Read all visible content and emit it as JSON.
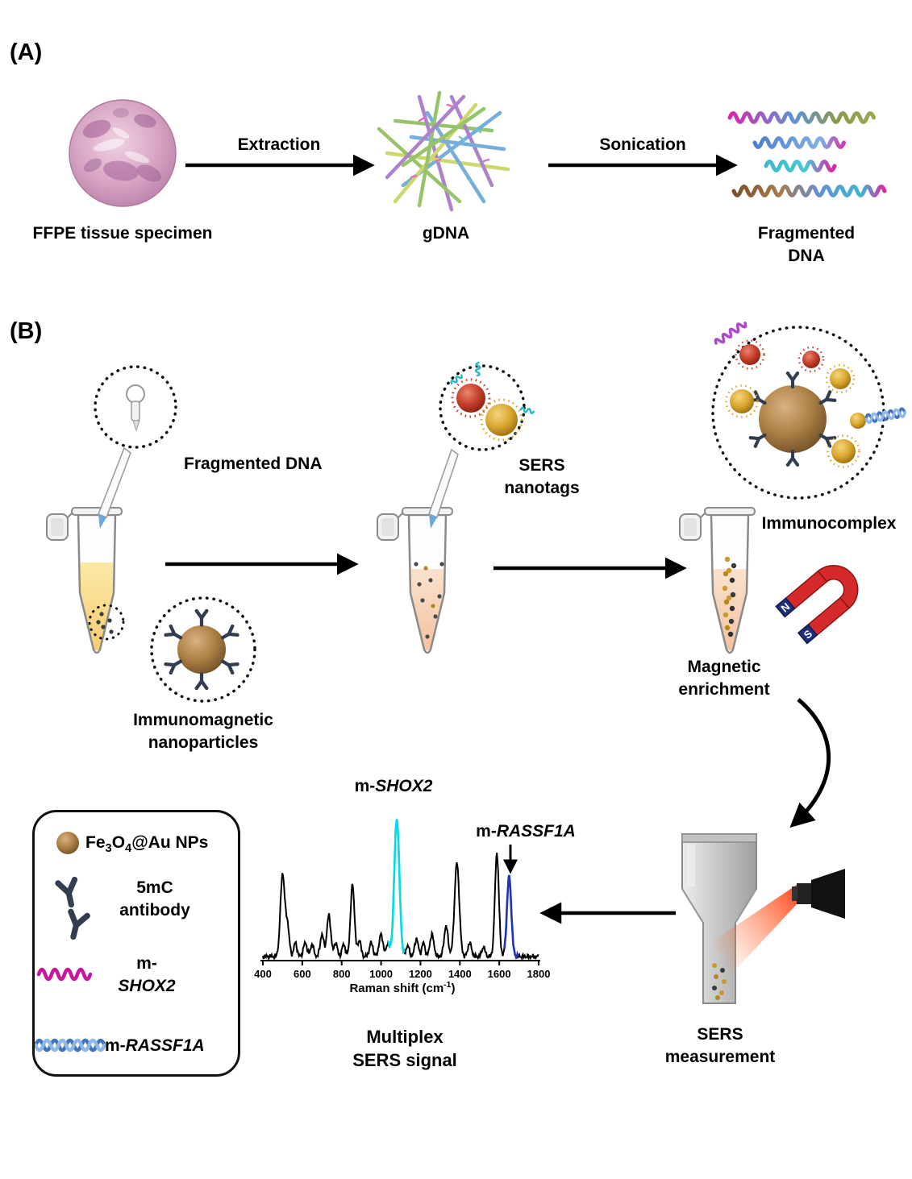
{
  "figure": {
    "panel_a_label": "(A)",
    "panel_b_label": "(B)"
  },
  "panel_a": {
    "tissue": "FFPE tissue specimen",
    "extraction": "Extraction",
    "gdna": "gDNA",
    "sonication": "Sonication",
    "fragmented": "Fragmented DNA"
  },
  "panel_b": {
    "fragmented": "Fragmented DNA",
    "nanotags": "SERS nanotags",
    "immunocomplex": "Immunocomplex",
    "immunomagnetic": "Immunomagnetic nanoparticles",
    "magnetic_enrichment": "Magnetic enrichment",
    "sers_measurement": "SERS measurement",
    "multiplex": "Multiplex SERS signal",
    "magnet_n": "N",
    "magnet_s": "S"
  },
  "legend": {
    "np": {
      "pre": "Fe",
      "sub1": "3",
      "mid": "O",
      "sub2": "4",
      "post": "@Au NPs"
    },
    "antibody": "5mC antibody",
    "shox2": {
      "prefix": "m-",
      "gene": "SHOX2"
    },
    "rassf1a": {
      "prefix": "m-",
      "gene": "RASSF1A"
    }
  },
  "spectrum": {
    "shox2": {
      "prefix": "m-",
      "gene": "SHOX2"
    },
    "rassf1a": {
      "prefix": "m-",
      "gene": "RASSF1A"
    },
    "xlabel": {
      "text": "Raman shift (cm",
      "sup": "-1",
      "close": ")"
    }
  },
  "colors": {
    "shox2_trace": "#00dde6",
    "rassf1a_trace": "#2233bb",
    "shox2_strand": "#c9169e",
    "rassf1a_strand": "#3f74bd",
    "nanoparticle_brown": "#b08348",
    "gold_tag": "#d9a62e",
    "red_tag": "#c43e2a",
    "laser_red": "#ff2d00"
  },
  "chart_data": {
    "type": "line",
    "title": "Multiplex SERS signal",
    "xlabel": "Raman shift (cm-1)",
    "xlim": [
      400,
      1800
    ],
    "x_ticks": [
      400,
      600,
      800,
      1000,
      1200,
      1400,
      1600,
      1800
    ],
    "ylim": [
      0,
      1.1
    ],
    "baseline": 0.03,
    "peaks": [
      {
        "center": 500,
        "height": 0.6,
        "width": 11
      },
      {
        "center": 525,
        "height": 0.22,
        "width": 9
      },
      {
        "center": 565,
        "height": 0.1,
        "width": 8
      },
      {
        "center": 615,
        "height": 0.1,
        "width": 9
      },
      {
        "center": 650,
        "height": 0.09,
        "width": 8
      },
      {
        "center": 700,
        "height": 0.16,
        "width": 9
      },
      {
        "center": 735,
        "height": 0.3,
        "width": 10
      },
      {
        "center": 770,
        "height": 0.1,
        "width": 8
      },
      {
        "center": 810,
        "height": 0.09,
        "width": 8
      },
      {
        "center": 855,
        "height": 0.52,
        "width": 10
      },
      {
        "center": 890,
        "height": 0.12,
        "width": 8
      },
      {
        "center": 950,
        "height": 0.1,
        "width": 9
      },
      {
        "center": 1000,
        "height": 0.16,
        "width": 10
      },
      {
        "center": 1035,
        "height": 0.1,
        "width": 8
      },
      {
        "center": 1080,
        "height": 1.0,
        "width": 13
      },
      {
        "center": 1135,
        "height": 0.08,
        "width": 8
      },
      {
        "center": 1180,
        "height": 0.13,
        "width": 9
      },
      {
        "center": 1215,
        "height": 0.1,
        "width": 8
      },
      {
        "center": 1258,
        "height": 0.16,
        "width": 10
      },
      {
        "center": 1330,
        "height": 0.22,
        "width": 10
      },
      {
        "center": 1385,
        "height": 0.68,
        "width": 12
      },
      {
        "center": 1450,
        "height": 0.1,
        "width": 9
      },
      {
        "center": 1520,
        "height": 0.07,
        "width": 8
      },
      {
        "center": 1588,
        "height": 0.75,
        "width": 10
      },
      {
        "center": 1650,
        "height": 0.58,
        "width": 11
      }
    ],
    "highlights": [
      {
        "name": "m-SHOX2",
        "color": "#00dde6",
        "range": [
          1038,
          1120
        ]
      },
      {
        "name": "m-RASSF1A",
        "color": "#2233bb",
        "range": [
          1626,
          1695
        ]
      }
    ],
    "line_color": "#000000",
    "legend_position": "none",
    "grid": false
  }
}
